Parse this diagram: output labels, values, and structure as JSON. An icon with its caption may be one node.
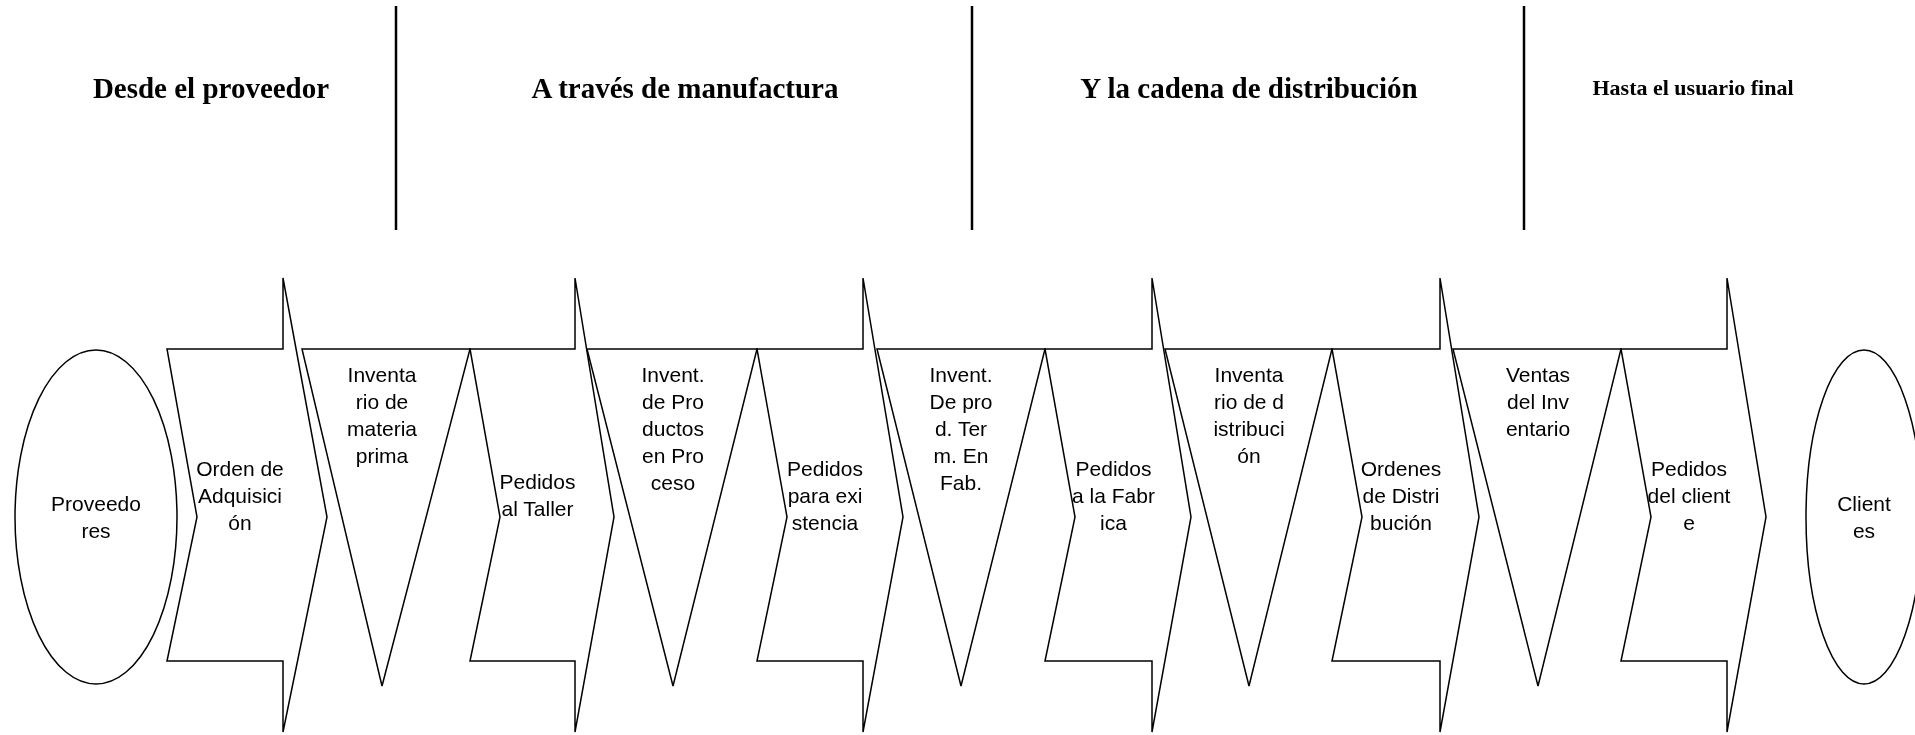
{
  "diagram": {
    "nodes": [
      {
        "text": [
          "Proveedores"
        ]
      },
      {
        "text": [
          "Orden de Adquisición"
        ]
      },
      {
        "text": [
          "Inventario de materia prima"
        ]
      },
      {
        "text": [
          "Pedidos al Taller"
        ]
      },
      {
        "text": [
          "Invent. de Productos en Proceso"
        ]
      },
      {
        "text": [
          "Pedidos para existencia"
        ]
      },
      {
        "text": [
          "Invent. De prod. Term. En Fab."
        ]
      },
      {
        "text": [
          "Pedidos a la Fabrica"
        ]
      },
      {
        "text": [
          "Inventario de distribución"
        ]
      },
      {
        "text": [
          "Ordenes de Distribución"
        ]
      },
      {
        "text": [
          "Ventas del Inventario"
        ]
      },
      {
        "text": [
          "Pedidos del cliente"
        ]
      },
      {
        "text": [
          "Clientes"
        ]
      }
    ],
    "labels": [
      "Desde el proveedor",
      "A través de manufactura",
      "Y la cadena de distribución",
      "Hasta el usuario final"
    ]
  }
}
